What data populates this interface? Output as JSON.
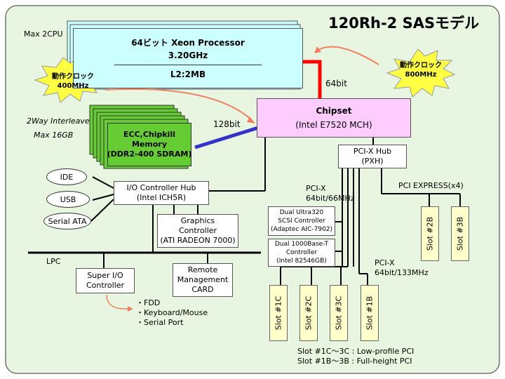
{
  "title": "120Rh-2 SASモデル",
  "cpu": {
    "max_label": "Max 2CPU",
    "name": "64ビット Xeon Processor",
    "speed": "3.20GHz",
    "cache": "L2:2MB"
  },
  "burst_left": {
    "line1": "動作クロック",
    "line2": "400MHz"
  },
  "burst_right": {
    "line1": "動作クロック",
    "line2": "800MHz"
  },
  "memory": {
    "interleave": "2Way Interleave",
    "max": "Max 16GB",
    "line1": "ECC,Chipkill",
    "line2": "Memory",
    "line3": "(DDR2-400 SDRAM)"
  },
  "chipset": {
    "title": "Chipset",
    "sub": "(Intel E7520 MCH)"
  },
  "bus_labels": {
    "cpu_bus": "64bit",
    "mem_bus": "128bit"
  },
  "pxh": {
    "line1": "PCI-X Hub",
    "line2": "(PXH)"
  },
  "ich": {
    "line1": "I/O Controller Hub",
    "line2": "(Intel ICH5R)"
  },
  "io_ports": [
    "IDE",
    "USB",
    "Serial ATA"
  ],
  "graphics": {
    "line1": "Graphics",
    "line2": "Controller",
    "line3": "(ATI RADEON 7000)"
  },
  "lpc": "LPC",
  "superio": {
    "line1": "Super I/O",
    "line2": "Controller"
  },
  "remote": {
    "line1": "Remote",
    "line2": "Management",
    "line3": "CARD"
  },
  "superio_items": [
    "・FDD",
    "・Keyboard/Mouse",
    "・Serial Port"
  ],
  "pcix66": {
    "line1": "PCI-X",
    "line2": "64bit/66MHz"
  },
  "scsi": {
    "line1": "Dual Ultra320",
    "line2": "SCSI Controller",
    "line3": "(Adaptec AIC-7902)"
  },
  "lan": {
    "line1": "Dual 1000Base-T",
    "line2": "Controller",
    "line3": "(Intel 82546GB)"
  },
  "pcix133": {
    "line1": "PCI-X",
    "line2": "64bit/133MHz"
  },
  "pcie": "PCI EXPRESS(x4)",
  "slots_pcie": [
    "Slot #2B",
    "Slot #3B"
  ],
  "slots_pcix": [
    "Slot #1C",
    "Slot #2C",
    "Slot #3C",
    "Slot #1B"
  ],
  "notes": [
    "Slot #1C～3C : Low-profile PCI",
    "Slot #1B～3B : Full-height PCI"
  ],
  "colors": {
    "page_bg": "#e8f5e0",
    "cpu_fill": "#ccffff",
    "chipset_fill": "#ffccff",
    "memory_fill": "#66cc33",
    "burst_fill": "#ffff44",
    "cpu_bus": "#ff0000",
    "mem_bus": "#3333cc",
    "arrow": "#f08060"
  }
}
